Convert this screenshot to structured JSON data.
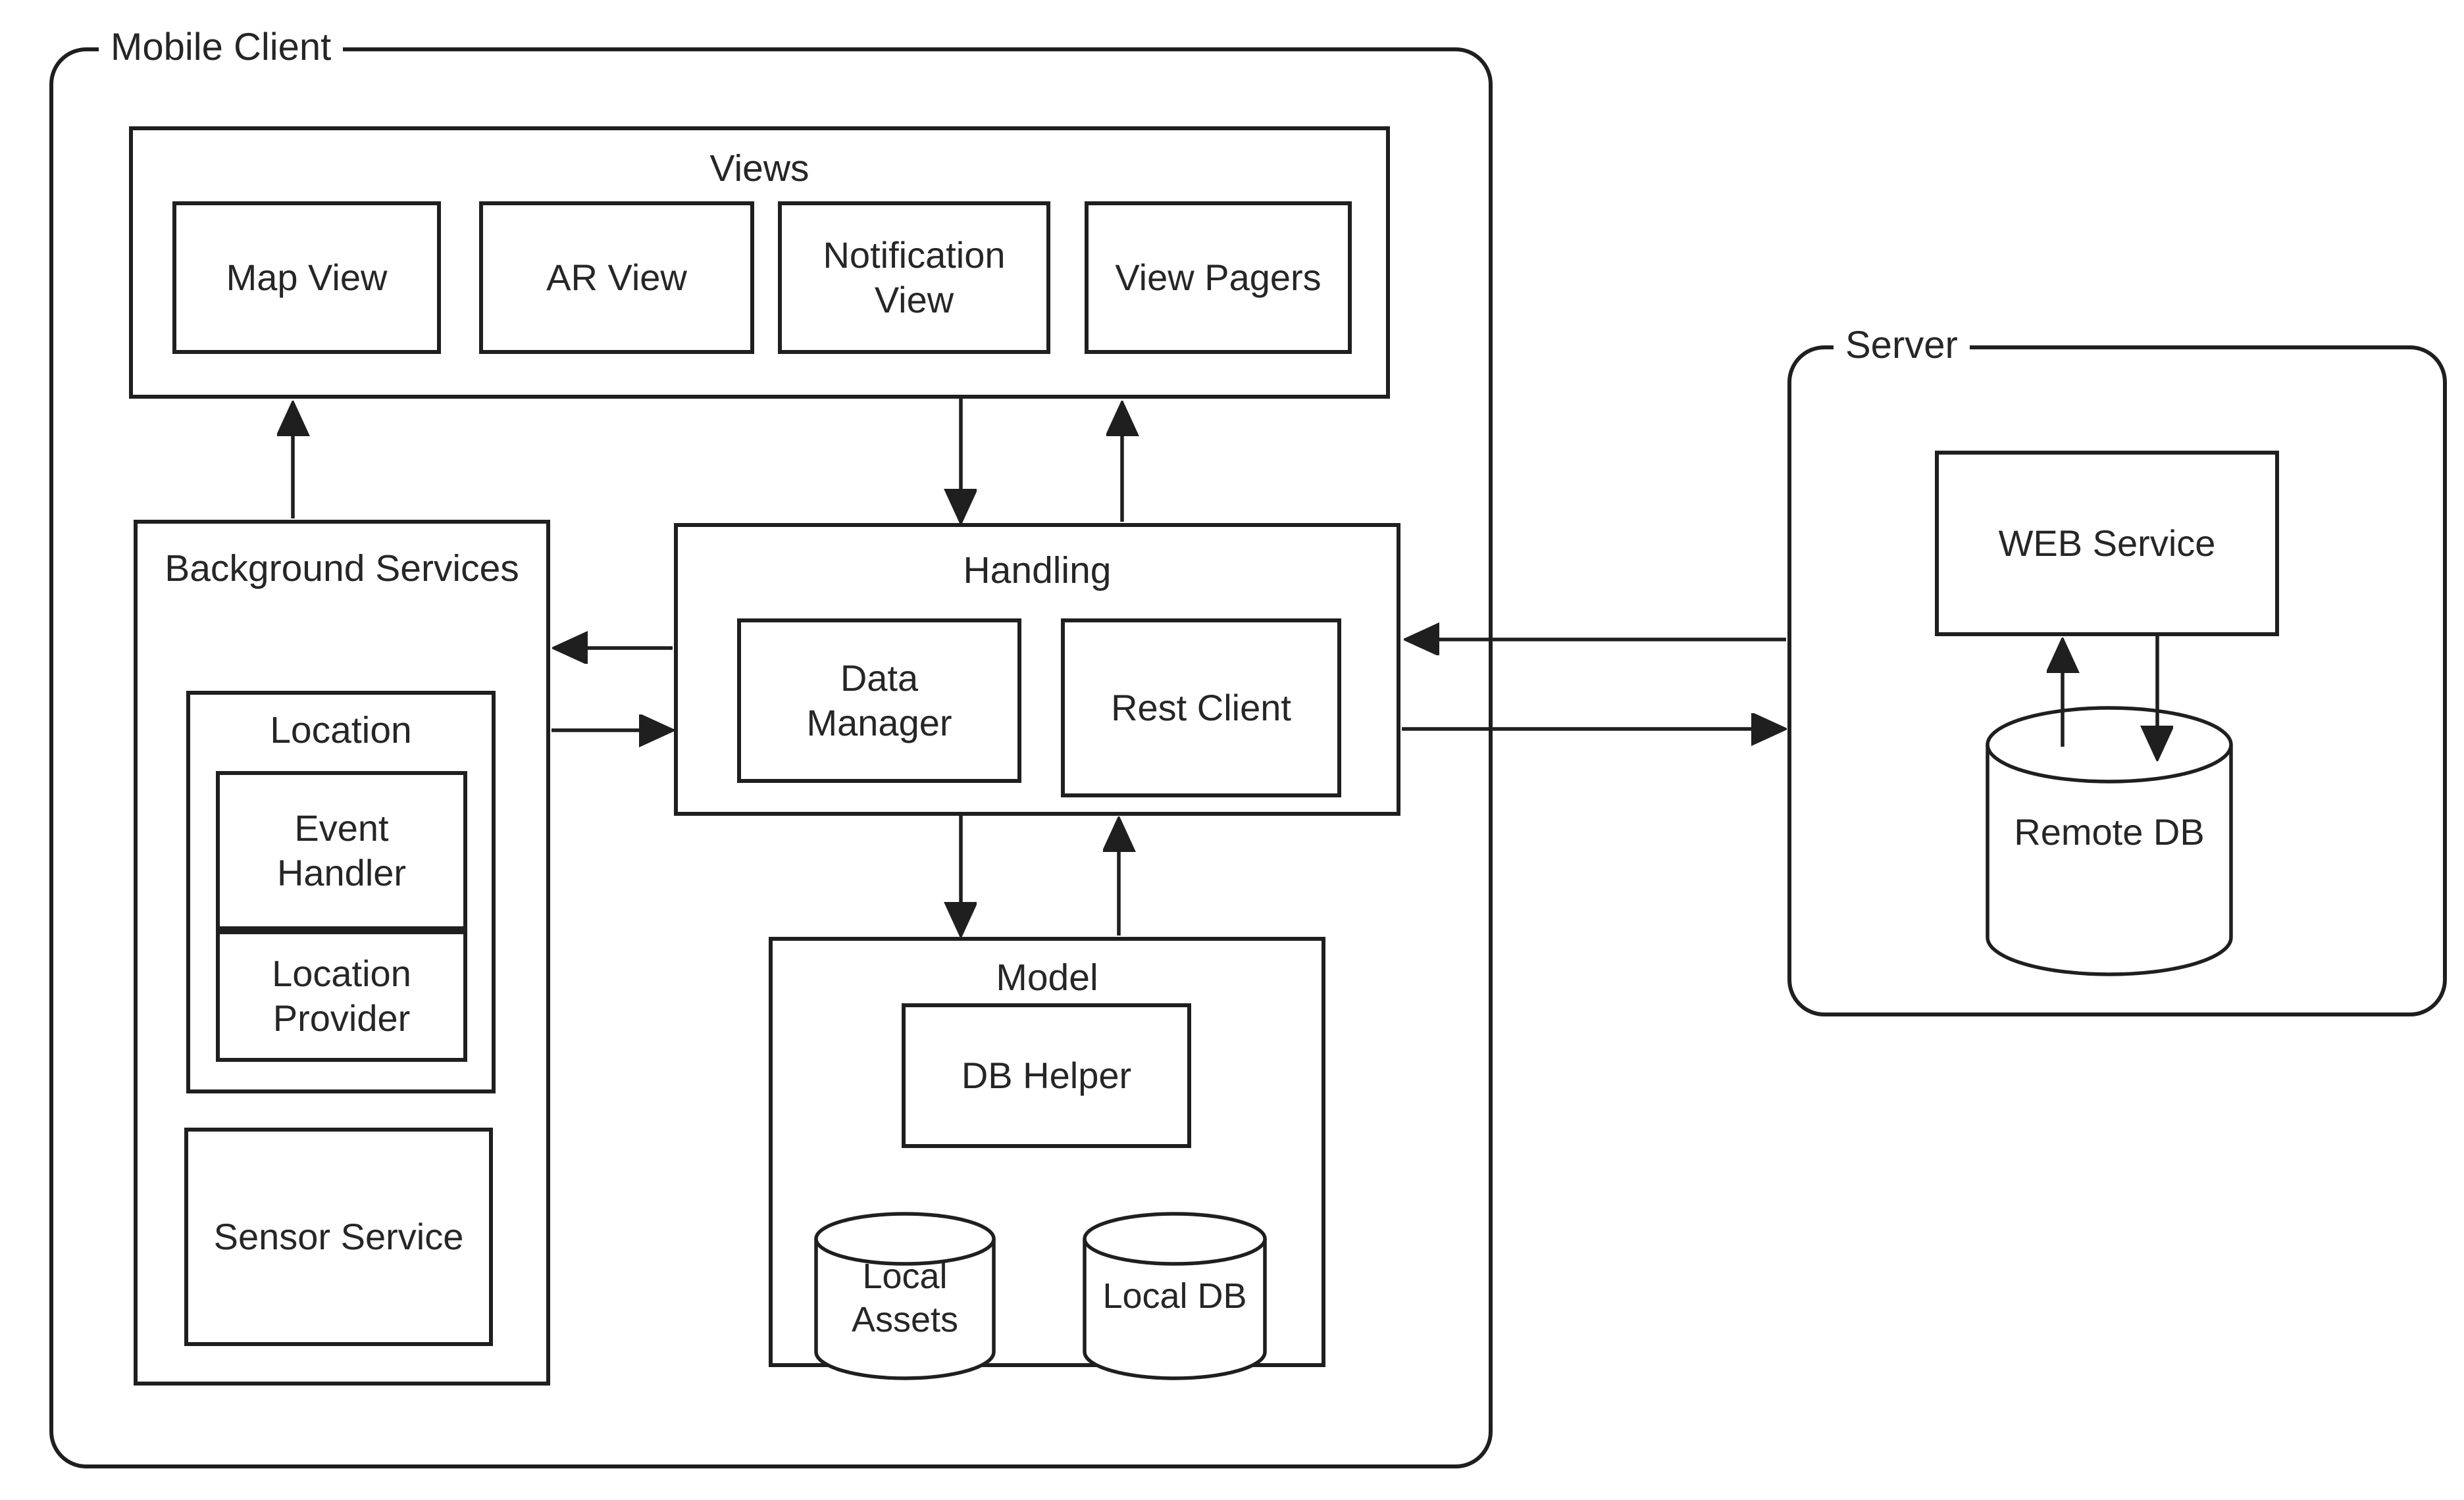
{
  "diagram": {
    "title": "Mobile client / server architecture diagram",
    "mobile_client": {
      "label": "Mobile Client",
      "views": {
        "title": "Views",
        "items": [
          "Map View",
          "AR View",
          "Notification View",
          "View Pagers"
        ]
      },
      "background_services": {
        "title": "Background Services",
        "location": {
          "title": "Location",
          "event_handler": "Event Handler",
          "location_provider": "Location Provider"
        },
        "sensor_service": "Sensor Service"
      },
      "handling": {
        "title": "Handling",
        "data_manager": "Data Manager",
        "rest_client": "Rest Client"
      },
      "model": {
        "title": "Model",
        "db_helper": "DB Helper",
        "local_assets": "Local Assets",
        "local_db": "Local DB"
      }
    },
    "server": {
      "label": "Server",
      "web_service": "WEB Service",
      "remote_db": "Remote DB"
    },
    "edges": [
      {
        "from": "Background Services",
        "to": "Views"
      },
      {
        "from": "Views",
        "to": "Handling"
      },
      {
        "from": "Handling",
        "to": "Views"
      },
      {
        "from": "Handling",
        "to": "Background Services"
      },
      {
        "from": "Background Services",
        "to": "Handling"
      },
      {
        "from": "Handling",
        "to": "Model"
      },
      {
        "from": "Model",
        "to": "Handling"
      },
      {
        "from": "Server",
        "to": "Handling"
      },
      {
        "from": "Handling",
        "to": "Server"
      },
      {
        "from": "Remote DB",
        "to": "WEB Service"
      },
      {
        "from": "WEB Service",
        "to": "Remote DB"
      }
    ],
    "colors": {
      "line": "#1f1f1f",
      "background": "#ffffff",
      "text": "#262626"
    }
  }
}
